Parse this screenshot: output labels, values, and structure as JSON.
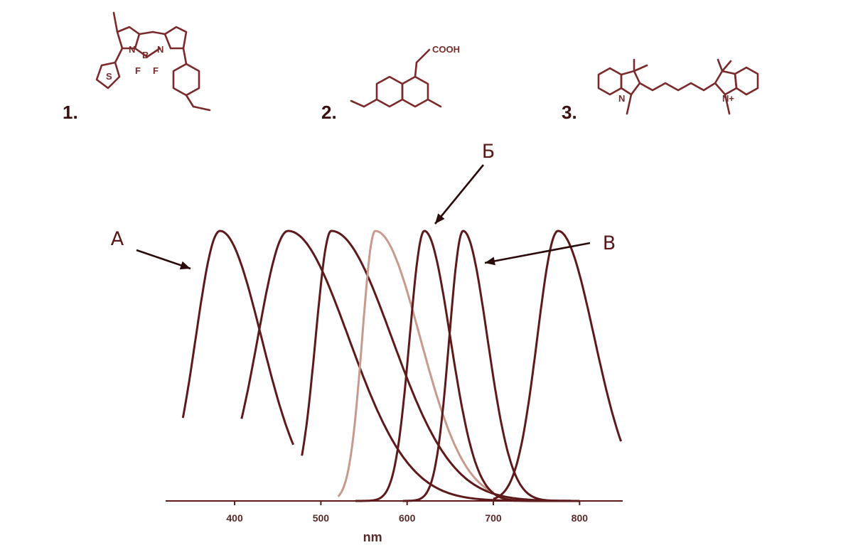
{
  "structures": [
    {
      "label": "1.",
      "atoms": [
        "N",
        "B",
        "N",
        "F",
        "F",
        "S"
      ]
    },
    {
      "label": "2.",
      "atoms": [
        "COOH"
      ]
    },
    {
      "label": "3.",
      "atoms": [
        "N",
        "N+"
      ]
    }
  ],
  "chart_data": {
    "type": "line",
    "xlabel": "nm",
    "ylabel": "",
    "title": "",
    "xlim": [
      320,
      850
    ],
    "ylim": [
      0,
      1
    ],
    "xticks": [
      400,
      500,
      600,
      700,
      800
    ],
    "grid": false,
    "legend": "none",
    "series": [
      {
        "peak": 383,
        "rise": 28,
        "tail": 48,
        "start": 340,
        "end": 468,
        "color": "#5e1a1a"
      },
      {
        "peak": 462,
        "rise": 35,
        "tail": 70,
        "start": 408,
        "end": 775,
        "color": "#5e1a1a"
      },
      {
        "peak": 512,
        "rise": 18,
        "tail": 70,
        "start": 478,
        "end": 790,
        "color": "#5e1a1a"
      },
      {
        "peak": 563,
        "rise": 15,
        "tail": 52,
        "start": 520,
        "end": 700,
        "color": "#c79a8e"
      },
      {
        "peak": 620,
        "rise": 17,
        "tail": 30,
        "start": 540,
        "end": 785,
        "color": "#5e1a1a"
      },
      {
        "peak": 665,
        "rise": 16,
        "tail": 28,
        "start": 595,
        "end": 800,
        "color": "#5e1a1a"
      },
      {
        "peak": 775,
        "rise": 24,
        "tail": 42,
        "start": 700,
        "end": 848,
        "color": "#5e1a1a"
      }
    ],
    "annotations": [
      {
        "text": "A",
        "target_series": 0
      },
      {
        "text": "Б",
        "target_series": 4
      },
      {
        "text": "B",
        "target_series": 5
      }
    ]
  },
  "colors": {
    "line": "#5e1a1a",
    "light_line": "#c79a8e",
    "axis": "#5e1a1a",
    "text": "#5a2a2a"
  }
}
